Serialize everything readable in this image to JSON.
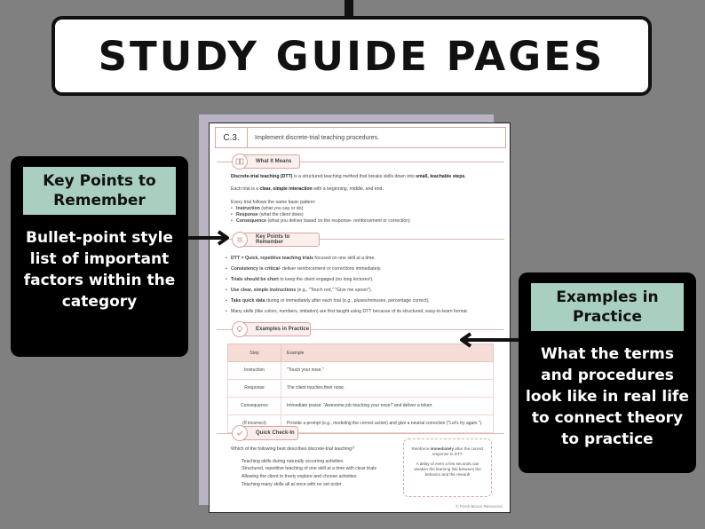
{
  "title": "STUDY GUIDE PAGES",
  "left_callout": {
    "label": "Key Points to Remember",
    "description": "Bullet-point style list of important factors within the category"
  },
  "right_callout": {
    "label": "Examples in Practice",
    "description": "What the terms and procedures look like in real life to connect theory to practice"
  },
  "page": {
    "code": "C.3.",
    "heading": "Implement discrete-trial teaching procedures.",
    "what_it_means": {
      "title": "What It Means",
      "p1_a": "Discrete-trial teaching (DTT)",
      "p1_b": " is a structured teaching method that breaks skills down into ",
      "p1_c": "small, teachable steps.",
      "p2_a": "Each trial is a ",
      "p2_b": "clear, simple interaction",
      "p2_c": " with a beginning, middle, and end.",
      "p3": "Every trial follows the same basic pattern:",
      "pattern": [
        {
          "term": "Instruction",
          "rest": " (what you say or do)"
        },
        {
          "term": "Response",
          "rest": " (what the client does)"
        },
        {
          "term": "Consequence",
          "rest": " (what you deliver based on the response- reinforcement or correction)"
        }
      ]
    },
    "key_points": {
      "title": "Key Points to Remember",
      "items": [
        {
          "b": "DTT = Quick, repetitive teaching trials",
          "rest": " focused on one skill at a time."
        },
        {
          "b": "Consistency is critical",
          "rest": "- deliver reinforcement or corrections immediately."
        },
        {
          "b": "Trials should be short",
          "rest": " to keep the client engaged (no long lectures!)."
        },
        {
          "b": "Use clear, simple instructions",
          "rest": " (e.g., \"Touch red,\" \"Give me spoon\")."
        },
        {
          "b": "Take quick data",
          "rest": " during or immediately after each trial (e.g., pluses/minuses, percentage correct)."
        },
        {
          "b": "",
          "rest": "Many skills (like colors, numbers, imitation) are first taught using DTT because of its structured, easy-to-learn format."
        }
      ]
    },
    "examples": {
      "title": "Examples in Practice",
      "col_step": "Step",
      "col_example": "Example",
      "rows": [
        {
          "step": "Instruction",
          "example": "\"Touch your nose.\""
        },
        {
          "step": "Response",
          "example": "The client touches their nose."
        },
        {
          "step": "Consequence",
          "example": "Immediate praise: \"Awesome job touching your nose!\" and deliver a token."
        },
        {
          "step": "(If incorrect)",
          "example": "Provide a prompt (e.g., modeling the correct action) and give a neutral correction (\"Let's try again.\")."
        }
      ]
    },
    "check_in": {
      "title": "Quick Check-In",
      "question": "Which of the following best describes discrete-trial teaching?",
      "options": [
        "Teaching skills during naturally occurring activities",
        "Structured, repetitive teaching of one skill at a time with clear trials",
        "Allowing the client to freely explore and choose activities",
        "Teaching many skills all at once with no set order"
      ],
      "tip_1a": "Reinforce ",
      "tip_1b": "immediately",
      "tip_1c": " after the correct response in DTT.",
      "tip_2": "A delay of even a few seconds can weaken the learning link between the behavior and the reward!"
    },
    "copyright": "© Fresh Bloom Resources"
  },
  "colors": {
    "background": "#808080",
    "callout_label_bg": "#a8cfc0",
    "accent_pink": "#d9a6a0"
  }
}
